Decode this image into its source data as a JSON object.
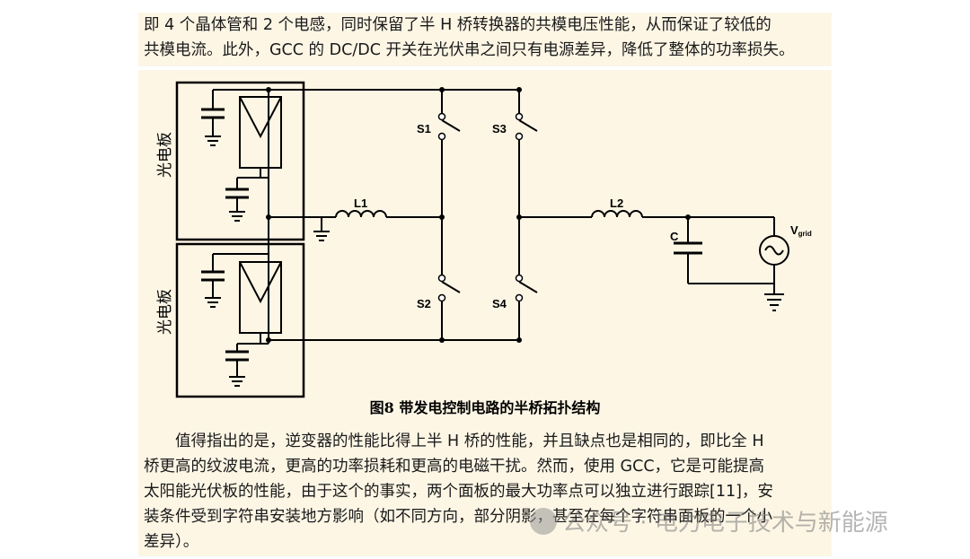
{
  "paragraph_top": {
    "lines": [
      "即 4 个晶体管和 2 个电感，同时保留了半 H 桥转换器的共模电压性能，从而保证了较低的",
      "共模电流。此外，GCC 的 DC/DC 开关在光伏串之间只有电源差异，降低了整体的功率损失。"
    ]
  },
  "figure": {
    "caption": "图8 带发电控制电路的半桥拓扑结构",
    "panel_label_top": "光电板",
    "panel_label_bottom": "光电板",
    "switches": [
      "S1",
      "S2",
      "S3",
      "S4"
    ],
    "inductors": [
      "L1",
      "L2"
    ],
    "capacitor": "C",
    "source_label_main": "V",
    "source_label_sub": "grid"
  },
  "paragraph_bottom": {
    "lines": [
      "　　值得指出的是，逆变器的性能比得上半 H 桥的性能，并且缺点也是相同的，即比全 H",
      "桥更高的纹波电流，更高的功率损耗和更高的电磁干扰。然而，使用 GCC，它是可能提高",
      "太阳能光伏板的性能，由于这个的事实，两个面板的最大功率点可以独立进行跟踪[11]，安",
      "装条件受到字符串安装地方影响（如不同方向，部分阴影，甚至在每个字符串面板的一个小",
      "差异）。"
    ]
  },
  "watermark": {
    "text": "公众号 · 电力电子技术与新能源"
  }
}
